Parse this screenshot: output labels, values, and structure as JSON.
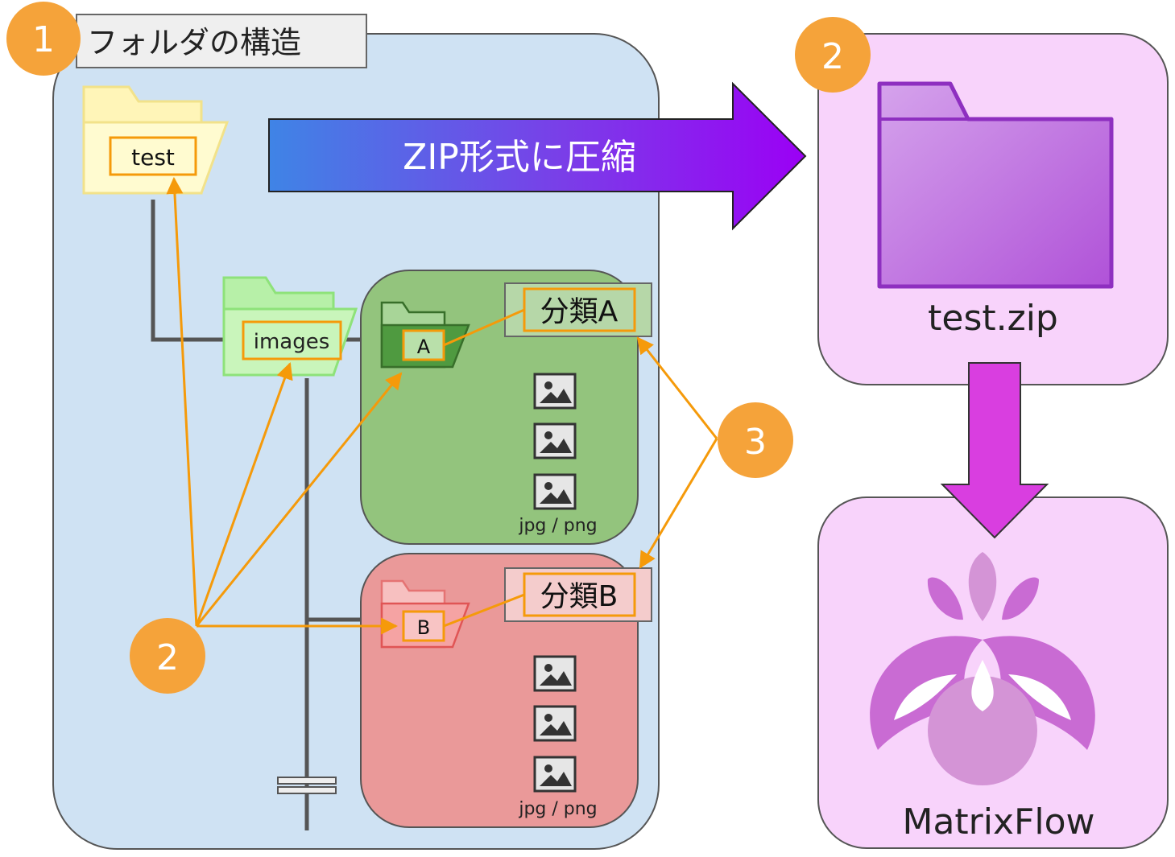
{
  "structure_title": "フォルダの構造",
  "badges": {
    "one": "1",
    "two_top": "2",
    "two_left": "2",
    "three": "3"
  },
  "folders": {
    "root": "test",
    "images": "images",
    "class_a_folder": "A",
    "class_b_folder": "B"
  },
  "class_labels": {
    "a": "分類A",
    "b": "分類B"
  },
  "file_type_a": "jpg / png",
  "file_type_b": "jpg / png",
  "compress_label": "ZIP形式に圧縮",
  "zip_name": "test.zip",
  "app_name": "MatrixFlow",
  "colors": {
    "badge": "#f5a33a",
    "annotation": "#f59a0a",
    "panel_blue": "#cfe2f3",
    "panel_green": "#93c47d",
    "panel_red": "#ea9999",
    "panel_pink": "#f8d3fb",
    "zip_folder": "#b85fd8",
    "down_arrow": "#d93ee0"
  }
}
